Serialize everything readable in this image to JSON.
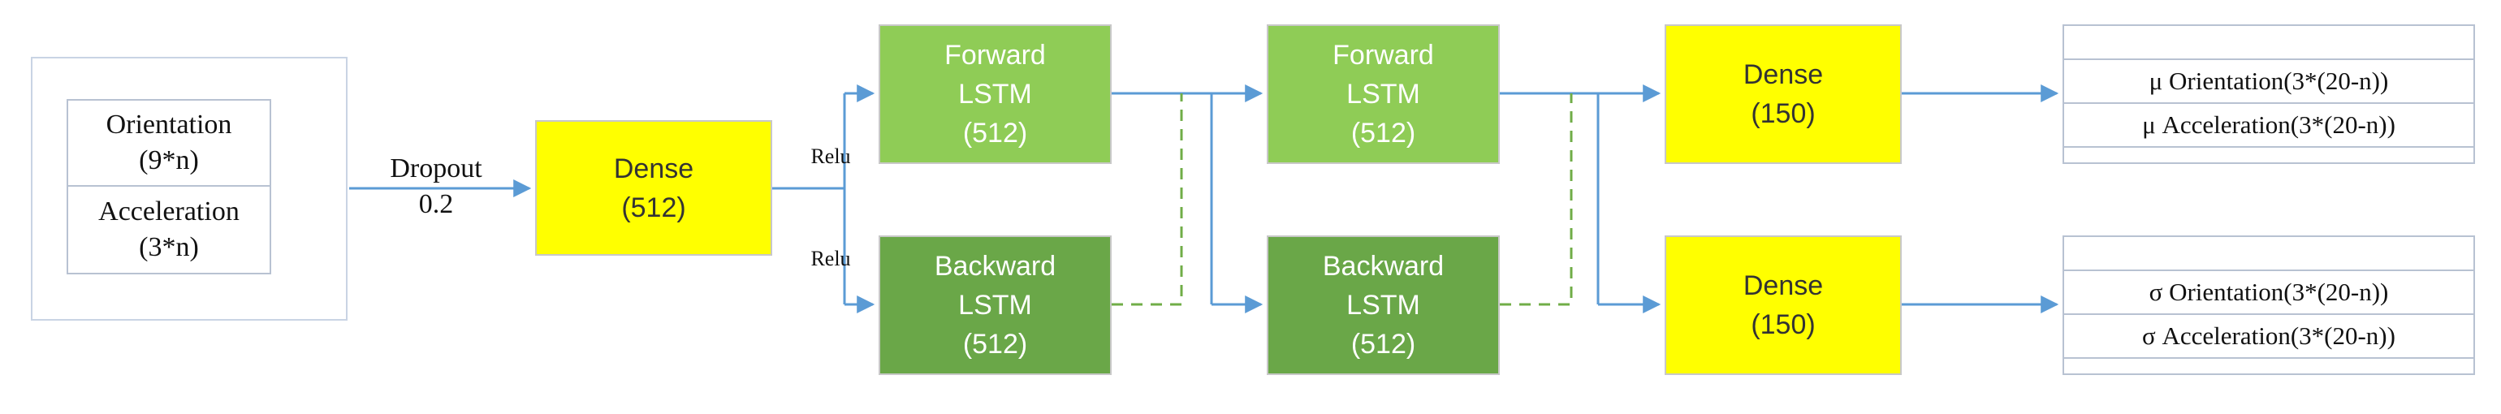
{
  "input": {
    "cells": [
      {
        "line1": "Orientation",
        "line2": "(9*n)"
      },
      {
        "line1": "Acceleration",
        "line2": "(3*n)"
      }
    ]
  },
  "dropout": {
    "line1": "Dropout",
    "line2": "0.2"
  },
  "dense_in": {
    "line1": "Dense",
    "line2": "(512)"
  },
  "activations": {
    "top": "Relu",
    "bottom": "Relu"
  },
  "lstm1": {
    "forward": {
      "line1": "Forward",
      "line2": "LSTM",
      "line3": "(512)"
    },
    "backward": {
      "line1": "Backward",
      "line2": "LSTM",
      "line3": "(512)"
    }
  },
  "lstm2": {
    "forward": {
      "line1": "Forward",
      "line2": "LSTM",
      "line3": "(512)"
    },
    "backward": {
      "line1": "Backward",
      "line2": "LSTM",
      "line3": "(512)"
    }
  },
  "dense_mu": {
    "line1": "Dense",
    "line2": "(150)"
  },
  "dense_sigma": {
    "line1": "Dense",
    "line2": "(150)"
  },
  "output_mu": {
    "rows": [
      "μ   Orientation(3*(20-n))",
      "μ   Acceleration(3*(20-n))"
    ]
  },
  "output_sigma": {
    "rows": [
      "σ   Orientation(3*(20-n))",
      "σ   Acceleration(3*(20-n))"
    ]
  },
  "colors": {
    "arrow": "#5b9bd5",
    "dashed": "#70ad47",
    "dense": "#ffff00",
    "forward": "#8fcc56",
    "backward": "#6aa748"
  }
}
